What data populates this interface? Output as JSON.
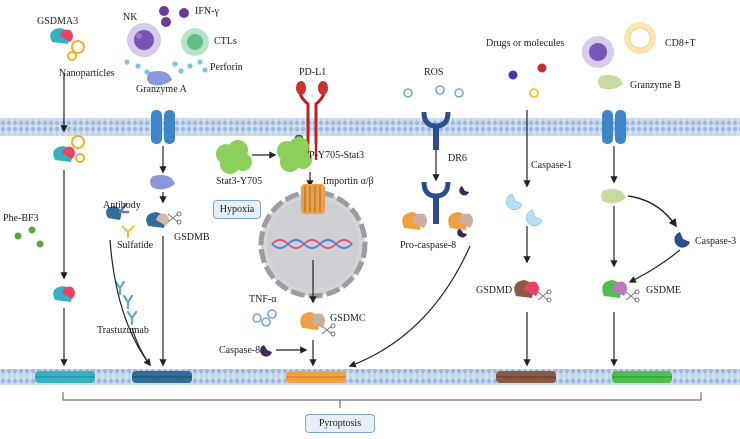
{
  "labels": {
    "gsdma3": "GSDMA3",
    "nanoparticles": "Nanoparticles",
    "nk": "NK",
    "ifn": "IFN-γ",
    "ctls": "CTLs",
    "perforin": "Perforin",
    "granzyme_a": "Granzyme A",
    "pdl1": "PD-L1",
    "ros": "ROS",
    "drugs": "Drugs or molecules",
    "cd8t": "CD8+T",
    "granzyme_b": "Granzyme B",
    "stat3_y705": "Stat3-Y705",
    "p_y705_stat3": "P-Y705-Stat3",
    "importin": "Importin α/β",
    "dr6": "DR6",
    "caspase1": "Caspase-1",
    "hypoxia": "Hypoxia",
    "phe_bf3": "Phe-BF3",
    "antibody": "Antibody",
    "sulfatide": "Sulfatide",
    "gsdmb": "GSDMB",
    "pro_caspase8": "Pro-caspase-8",
    "caspase3": "Caspase-3",
    "tnf": "TNF-α",
    "gsdmc": "GSDMC",
    "gsdmd": "GSDMD",
    "gsdme": "GSDME",
    "trastuzumab": "Trastuzumab",
    "caspase8": "Caspase-8",
    "pyroptosis": "Pyroptosis"
  },
  "colors": {
    "membrane": "#b5cbe6",
    "channel": "#3f86c9",
    "pore_a3": "#35b1c4",
    "pore_b": "#2f6f96",
    "pore_c": "#f0a040",
    "pore_d": "#8a5a44",
    "pore_e": "#4dbf4d",
    "stat3": "#8ccf5a",
    "pdl1": "#b32424",
    "receptor": "#2d4d8f",
    "nucleus": "#cfcfcf"
  }
}
